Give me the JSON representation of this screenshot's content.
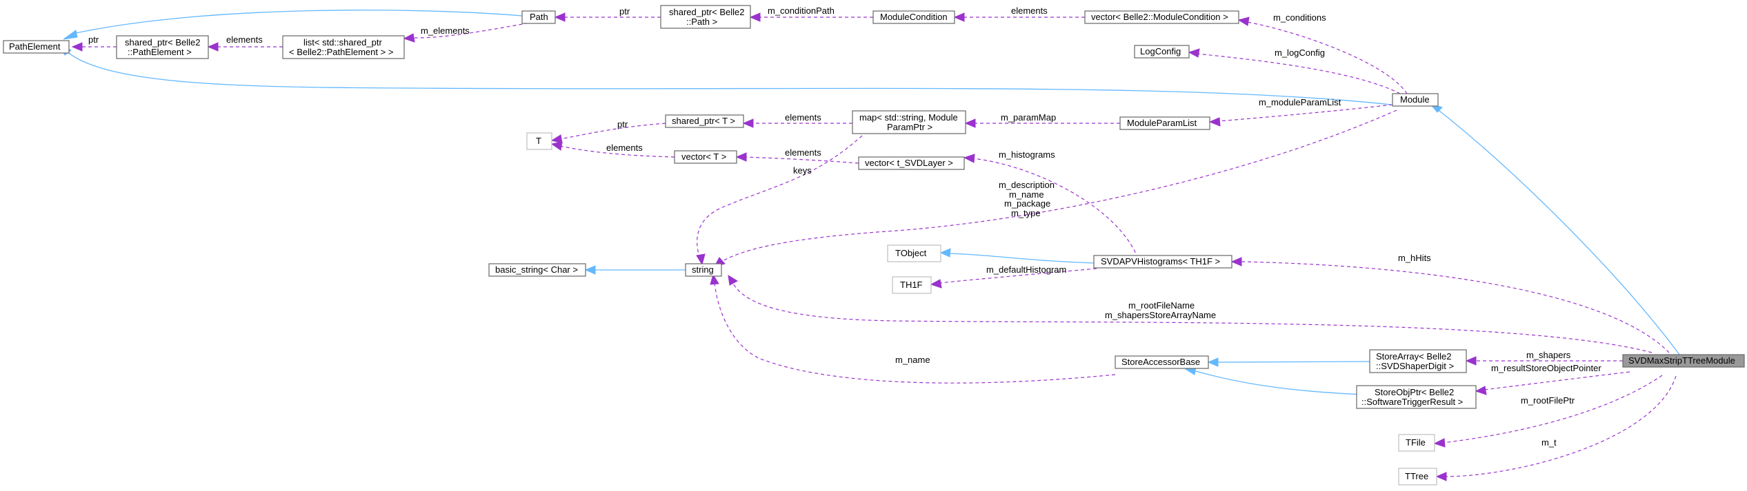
{
  "nodes": {
    "path_element": "PathElement",
    "shared_ptr_pathelement_l1": "shared_ptr< Belle2",
    "shared_ptr_pathelement_l2": "::PathElement >",
    "list_shared_ptr_l1": "list< std::shared_ptr",
    "list_shared_ptr_l2": "< Belle2::PathElement > >",
    "path": "Path",
    "shared_ptr_path_l1": "shared_ptr< Belle2",
    "shared_ptr_path_l2": "::Path >",
    "module_condition": "ModuleCondition",
    "vector_module_condition": "vector< Belle2::ModuleCondition >",
    "log_config": "LogConfig",
    "module": "Module",
    "t": "T",
    "shared_ptr_t": "shared_ptr< T >",
    "vector_t": "vector< T >",
    "map_param_l1": "map< std::string, Module",
    "map_param_l2": "ParamPtr >",
    "module_param_list": "ModuleParamList",
    "vector_svdlayer": "vector< t_SVDLayer >",
    "basic_string": "basic_string< Char >",
    "string": "string",
    "tobject": "TObject",
    "th1f": "TH1F",
    "svdapv_histograms": "SVDAPVHistograms< TH1F >",
    "store_accessor_base": "StoreAccessorBase",
    "store_array_l1": "StoreArray< Belle2",
    "store_array_l2": "::SVDShaperDigit >",
    "store_obj_ptr_l1": "StoreObjPtr< Belle2",
    "store_obj_ptr_l2": "::SoftwareTriggerResult >",
    "tfile": "TFile",
    "ttree": "TTree",
    "svd_max_strip": "SVDMaxStripTTreeModule"
  },
  "edge_labels": {
    "ptr_1": "ptr",
    "elements_1": "elements",
    "m_elements": "m_elements",
    "ptr_2": "ptr",
    "m_condition_path": "m_conditionPath",
    "elements_2": "elements",
    "m_conditions": "m_conditions",
    "m_log_config": "m_logConfig",
    "m_module_param_list": "m_moduleParamList",
    "m_param_map": "m_paramMap",
    "elements_3": "elements",
    "ptr_3": "ptr",
    "elements_4": "elements",
    "elements_5": "elements",
    "keys": "keys",
    "m_histograms": "m_histograms",
    "m_description": "m_description",
    "m_name_1": "m_name",
    "m_package": "m_package",
    "m_type": "m_type",
    "m_default_histogram": "m_defaultHistogram",
    "m_h_hits": "m_hHits",
    "m_root_file_name": "m_rootFileName",
    "m_shapers_store_array_name": "m_shapersStoreArrayName",
    "m_name_2": "m_name",
    "m_shapers": "m_shapers",
    "m_result_store_object_pointer": "m_resultStoreObjectPointer",
    "m_root_file_ptr": "m_rootFilePtr",
    "m_t": "m_t"
  },
  "colors": {
    "usage_edge": "#9a32cd",
    "inheritance_edge": "#63b8ff",
    "node_border": "#666666",
    "undocumented_border": "#bfbfbf",
    "focus_fill": "#999999"
  }
}
